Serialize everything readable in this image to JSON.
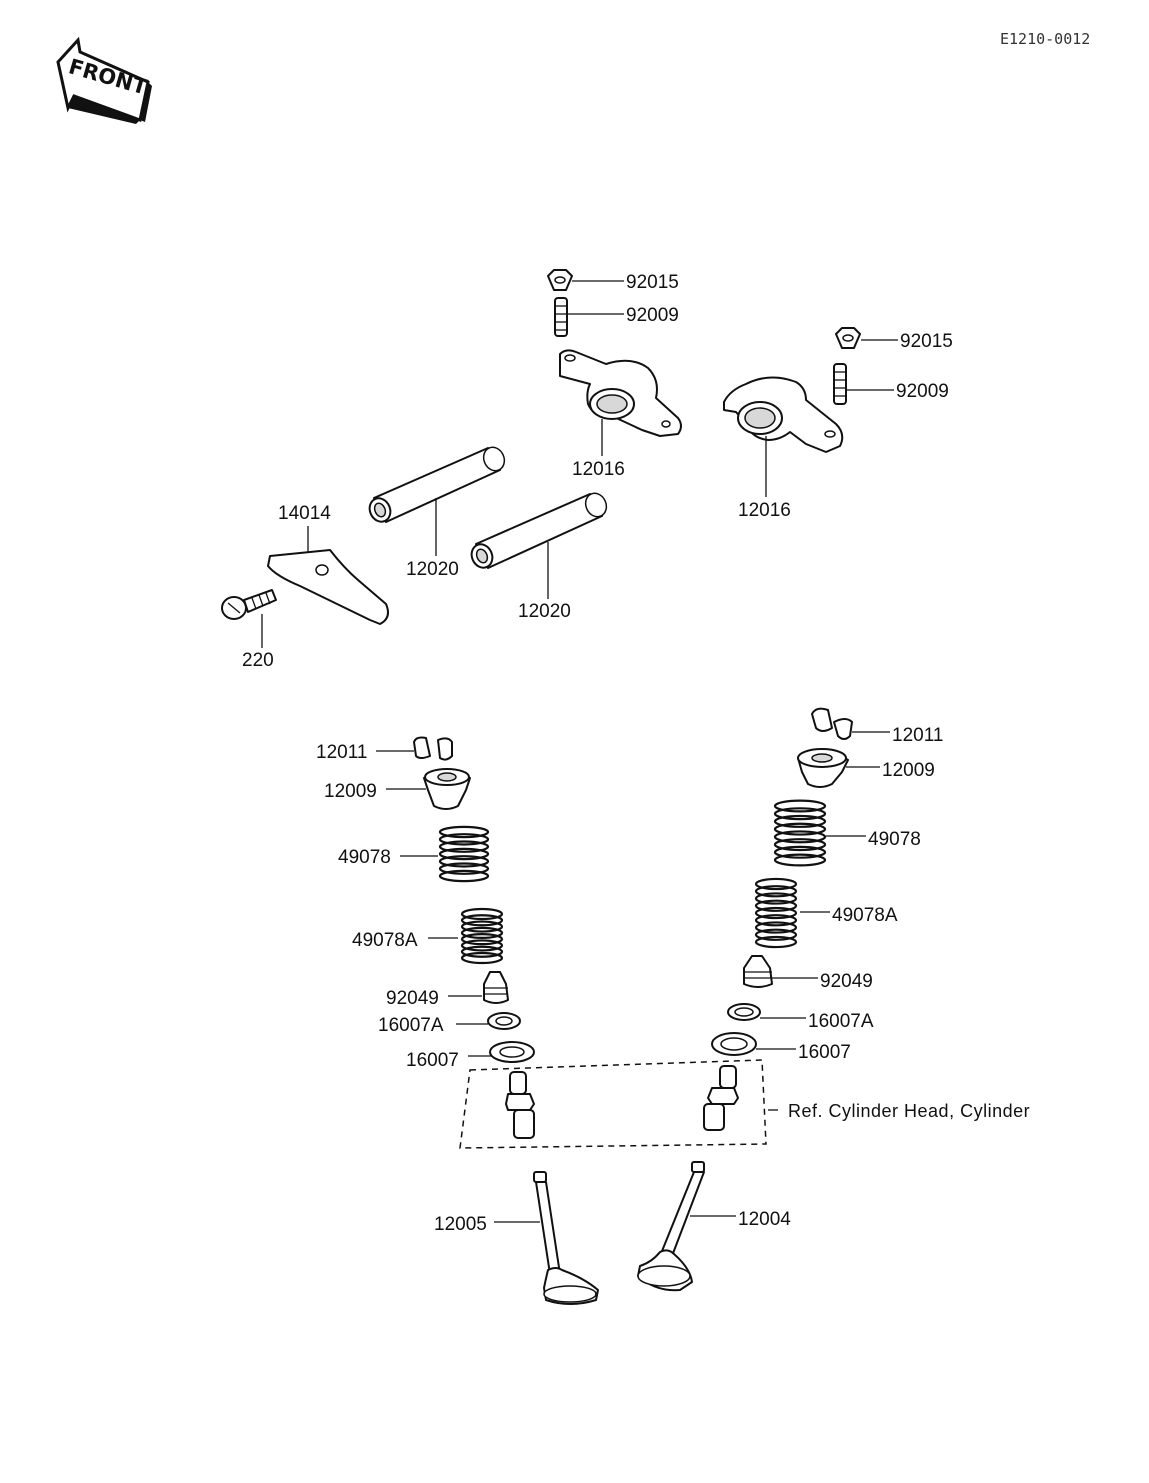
{
  "diagram_code": "E1210-0012",
  "front_label": "FRONT",
  "parts": {
    "nut_a": "92015",
    "stud_a": "92009",
    "rocker_a": "12016",
    "nut_b": "92015",
    "stud_b": "92009",
    "rocker_b": "12016",
    "plate": "14014",
    "bolt": "220",
    "shaft_a": "12020",
    "shaft_b": "12020",
    "collet_l": "12011",
    "retainer_l": "12009",
    "spring_outer_l": "49078",
    "spring_inner_l": "49078A",
    "seal_l": "92049",
    "seat_small_l": "16007A",
    "seat_l": "16007",
    "collet_r": "12011",
    "retainer_r": "12009",
    "spring_outer_r": "49078",
    "spring_inner_r": "49078A",
    "seal_r": "92049",
    "seat_small_r": "16007A",
    "seat_r": "16007",
    "valve_exhaust": "12005",
    "valve_intake": "12004"
  },
  "reference_note": "Ref. Cylinder Head, Cylinder"
}
